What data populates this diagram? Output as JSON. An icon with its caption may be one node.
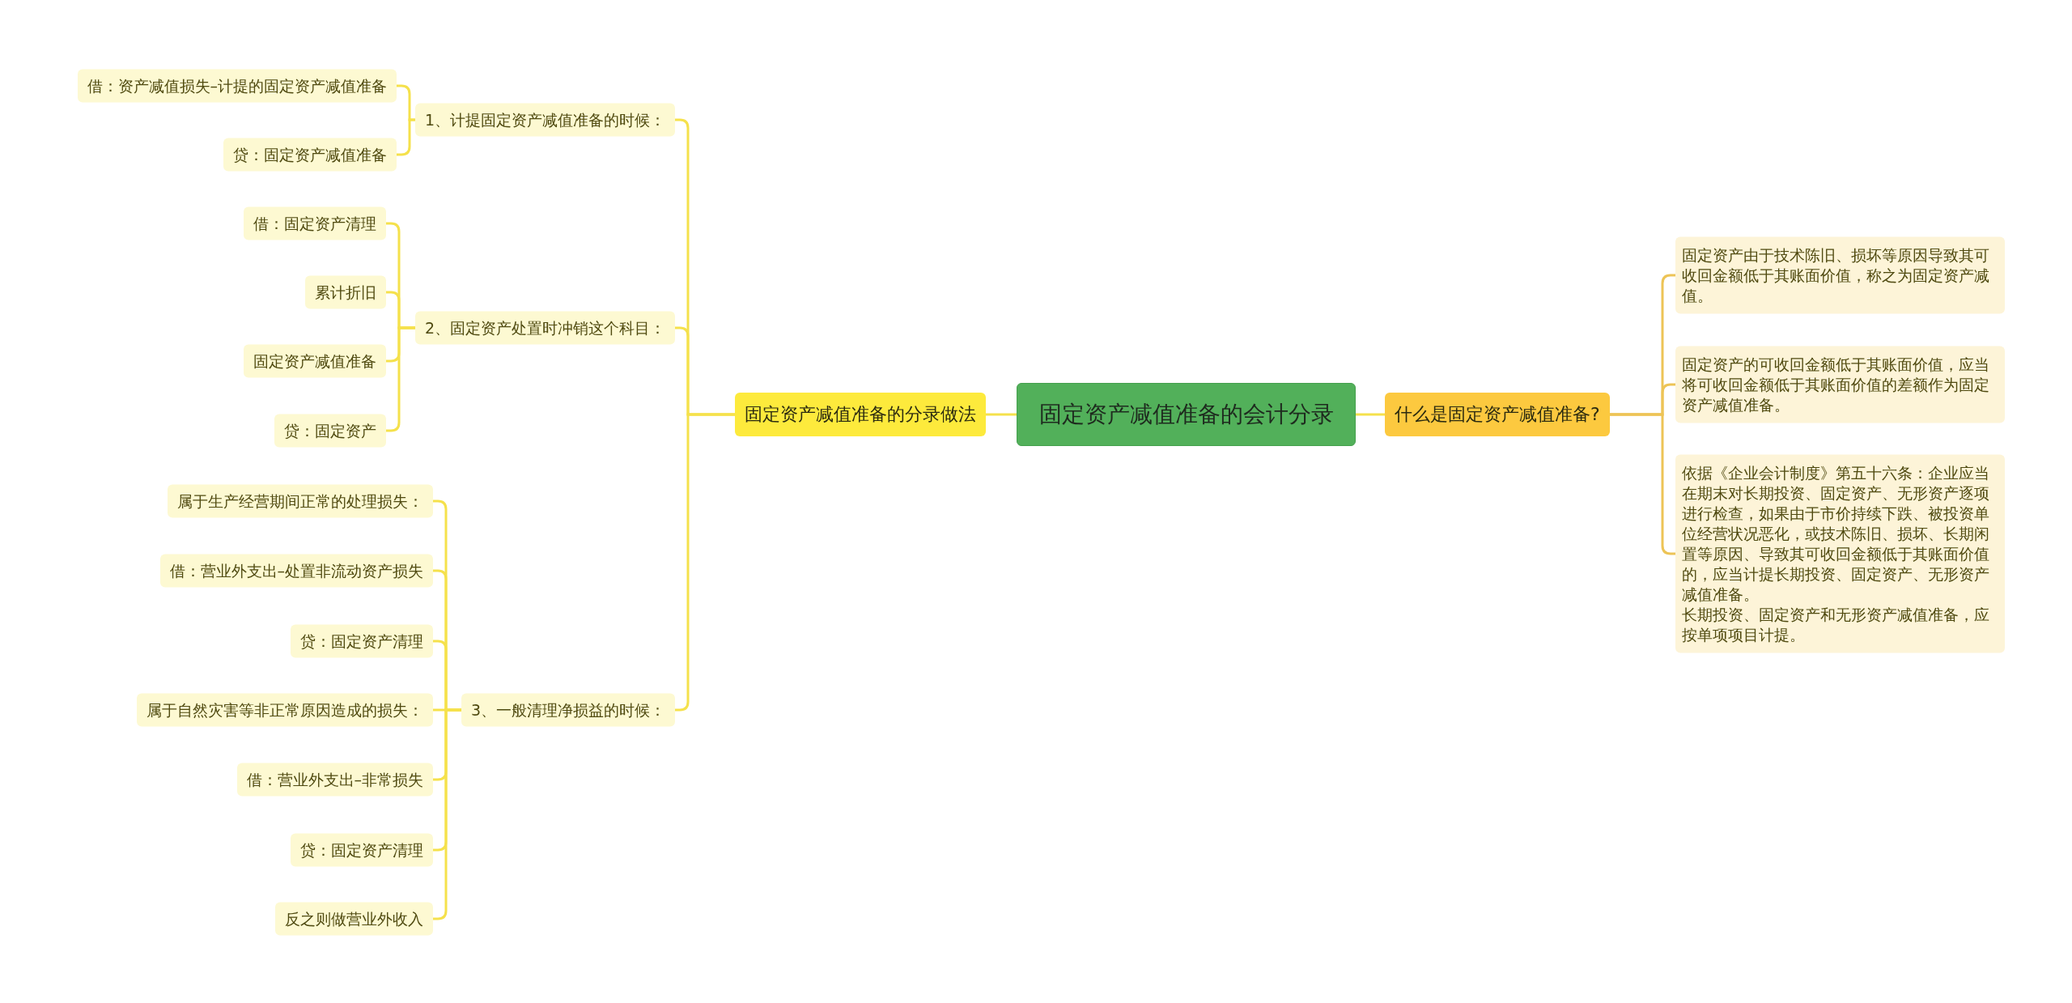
{
  "diagram": {
    "nodes": [
      {
        "text": [
          "固定资产减值准备的会计分录"
        ]
      },
      {
        "text": [
          "固定资产减值准备的分录做法"
        ]
      },
      {
        "text": [
          "1、计提固定资产减值准备的时候："
        ]
      },
      {
        "text": [
          "借：资产减值损失–计提的固定资产减值准备"
        ]
      },
      {
        "text": [
          "贷：固定资产减值准备"
        ]
      },
      {
        "text": [
          "2、固定资产处置时冲销这个科目："
        ]
      },
      {
        "text": [
          "借：固定资产清理"
        ]
      },
      {
        "text": [
          "累计折旧"
        ]
      },
      {
        "text": [
          "固定资产减值准备"
        ]
      },
      {
        "text": [
          "贷：固定资产"
        ]
      },
      {
        "text": [
          "3、一般清理净损益的时候："
        ]
      },
      {
        "text": [
          "属于生产经营期间正常的处理损失："
        ]
      },
      {
        "text": [
          "借：营业外支出–处置非流动资产损失"
        ]
      },
      {
        "text": [
          "贷：固定资产清理"
        ]
      },
      {
        "text": [
          "属于自然灾害等非正常原因造成的损失："
        ]
      },
      {
        "text": [
          "借：营业外支出–非常损失"
        ]
      },
      {
        "text": [
          "贷：固定资产清理"
        ]
      },
      {
        "text": [
          "反之则做营业外收入"
        ]
      },
      {
        "text": [
          "什么是固定资产减值准备?"
        ]
      },
      {
        "text": [
          "固定资产由于技术陈旧、损坏等原因导致其可收回金额低于其账面价值，称之为固定资产减值。"
        ]
      },
      {
        "text": [
          "固定资产的可收回金额低于其账面价值，应当将可收回金额低于其账面价值的差额作为固定资产减值准备。"
        ]
      },
      {
        "text": [
          "依据《企业会计制度》第五十六条：企业应当在期末对长期投资、固定资产、无形资产逐项进行检查，如果由于市价持续下跌、被投资单位经营状况恶化，或技术陈旧、损坏、长期闲置等原因、导致其可收回金额低于其账面价值的，应当计提长期投资、固定资产、无形资产减值准备。",
          "长期投资、固定资产和无形资产减值准备，应按单项项目计提。"
        ]
      }
    ],
    "edges": [
      {
        "from": 0,
        "to": 1,
        "arrow": "none"
      },
      {
        "from": 1,
        "to": 2,
        "arrow": "none"
      },
      {
        "from": 2,
        "to": 3,
        "arrow": "none"
      },
      {
        "from": 2,
        "to": 4,
        "arrow": "none"
      },
      {
        "from": 1,
        "to": 5,
        "arrow": "none"
      },
      {
        "from": 5,
        "to": 6,
        "arrow": "none"
      },
      {
        "from": 5,
        "to": 7,
        "arrow": "none"
      },
      {
        "from": 5,
        "to": 8,
        "arrow": "none"
      },
      {
        "from": 5,
        "to": 9,
        "arrow": "none"
      },
      {
        "from": 1,
        "to": 10,
        "arrow": "none"
      },
      {
        "from": 10,
        "to": 11,
        "arrow": "none"
      },
      {
        "from": 10,
        "to": 12,
        "arrow": "none"
      },
      {
        "from": 10,
        "to": 13,
        "arrow": "none"
      },
      {
        "from": 10,
        "to": 14,
        "arrow": "none"
      },
      {
        "from": 10,
        "to": 15,
        "arrow": "none"
      },
      {
        "from": 10,
        "to": 16,
        "arrow": "none"
      },
      {
        "from": 10,
        "to": 17,
        "arrow": "none"
      },
      {
        "from": 0,
        "to": 18,
        "arrow": "none"
      },
      {
        "from": 18,
        "to": 19,
        "arrow": "none",
        "color": "#edc456"
      },
      {
        "from": 18,
        "to": 20,
        "arrow": "none",
        "color": "#edc456"
      },
      {
        "from": 18,
        "to": 21,
        "arrow": "none",
        "color": "#edc456"
      }
    ]
  }
}
